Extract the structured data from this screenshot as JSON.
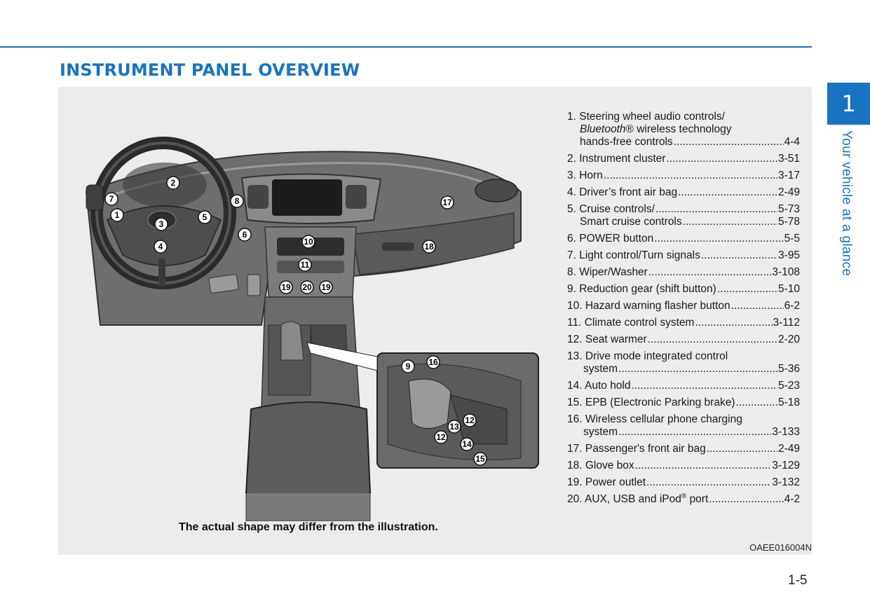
{
  "header": {
    "title": "INSTRUMENT PANEL OVERVIEW"
  },
  "side_tab": {
    "number": "1",
    "label": "Your vehicle at a glance"
  },
  "figure": {
    "caption": "The actual shape may differ from the illustration.",
    "code": "OAEE016004N",
    "callouts": [
      "1",
      "2",
      "3",
      "4",
      "5",
      "6",
      "7",
      "8",
      "9",
      "10",
      "11",
      "12",
      "13",
      "14",
      "15",
      "16",
      "17",
      "18",
      "19",
      "20"
    ]
  },
  "legend": {
    "items": [
      {
        "lines": [
          "1. Steering wheel audio controls/",
          "Bluetooth",
          "® wireless technology",
          "hands-free controls"
        ],
        "page": "4-4"
      },
      {
        "label": "2. Instrument cluster",
        "page": "3-51"
      },
      {
        "label": "3. Horn",
        "page": "3-17"
      },
      {
        "label": "4. Driver’s front air bag",
        "page": "2-49"
      },
      {
        "label": "5. Cruise controls/",
        "page": "5-73",
        "label2": "Smart cruise controls",
        "page2": "5-78"
      },
      {
        "label": "6. POWER button",
        "page": "5-5"
      },
      {
        "label": "7. Light control/Turn signals",
        "page": "3-95"
      },
      {
        "label": "8. Wiper/Washer",
        "page": "3-108"
      },
      {
        "label": "9. Reduction gear (shift button)",
        "page": "5-10"
      },
      {
        "label": "10. Hazard warning flasher button",
        "page": "6-2"
      },
      {
        "label": "11. Climate control system",
        "page": "3-112"
      },
      {
        "label": "12. Seat warmer",
        "page": "2-20"
      },
      {
        "label": "13. Drive mode integrated control",
        "label2": "system",
        "page2": "5-36"
      },
      {
        "label": "14. Auto hold",
        "page": "5-23"
      },
      {
        "label": "15. EPB (Electronic Parking brake)",
        "page": "5-18"
      },
      {
        "label": "16. Wireless cellular phone charging",
        "label2": "system",
        "page2": "3-133"
      },
      {
        "label": "17. Passenger's front air bag",
        "page": "2-49"
      },
      {
        "label": "18. Glove box",
        "page": "3-129"
      },
      {
        "label": "19. Power outlet",
        "page": "3-132"
      },
      {
        "label": "20. AUX, USB and iPod",
        "sup": "®",
        "label_tail": " port",
        "page": "4-2"
      }
    ]
  },
  "footer": {
    "page_number": "1-5"
  }
}
